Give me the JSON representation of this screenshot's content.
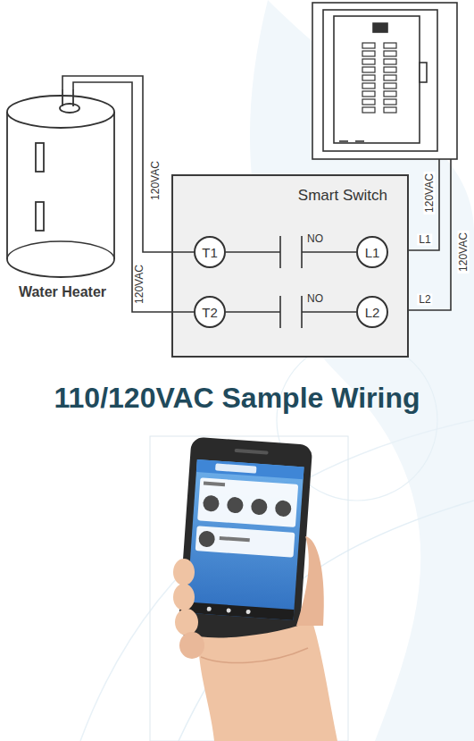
{
  "diagram": {
    "title": "110/120VAC Sample Wiring",
    "nodes": [
      {
        "text": [
          "Water Heater"
        ]
      },
      {
        "text": [
          "Smart Switch"
        ]
      },
      {
        "text": [
          "T1"
        ],
        "in": 1
      },
      {
        "text": [
          "L1"
        ],
        "in": 1
      },
      {
        "text": [
          "T2"
        ],
        "in": 1
      },
      {
        "text": [
          "L2"
        ],
        "in": 1
      }
    ],
    "edges": [
      {
        "from": 0,
        "to": 2,
        "arrow": "none"
      },
      {
        "from": 0,
        "to": 4,
        "arrow": "none"
      },
      {
        "from": 2,
        "to": 3,
        "label": "NO",
        "arrow": "none"
      },
      {
        "from": 4,
        "to": 5,
        "label": "NO",
        "arrow": "none"
      }
    ],
    "labels": [
      "120VAC",
      "120VAC",
      "120VAC",
      "120VAC",
      "L1",
      "L2"
    ]
  }
}
